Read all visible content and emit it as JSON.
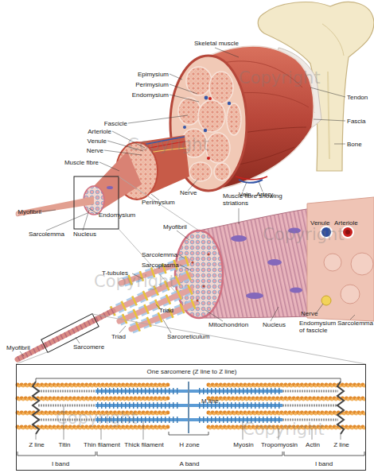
{
  "diagram": {
    "nodes": [
      {
        "text": [
          "One sarcomere (Z line to Z line)",
          "M line",
          "Z line",
          "Titin",
          "Thin filament",
          "Thick filament",
          "H zone",
          "Myosin",
          "Tropomyosin",
          "Actin",
          "Z line",
          "I band",
          "A band",
          "I band"
        ]
      }
    ],
    "labels": [
      "Skeletal muscle",
      "Epimysium",
      "Perimysium",
      "Endomysium",
      "Tendon",
      "Fascia",
      "Bone",
      "Fascicle",
      "Arteriole",
      "Venule",
      "Nerve",
      "Muscle fibre",
      "Nerve",
      "Vein",
      "Artery",
      "Perimysium",
      "Endomysium",
      "Myofibril",
      "Sarcolemma",
      "Nucleus",
      "Muscle fibre showing striations",
      "Venule",
      "Arteriole",
      "Myofibril",
      "Sarcolemma",
      "Sarcoplasma",
      "T-tubules",
      "Triad",
      "Mitochondrion",
      "Nucleus",
      "Nerve",
      "Endomysium of fascicle",
      "Sarcolemma",
      "Triad",
      "Sarcoreticulum",
      "Myofibril",
      "Sarcomere",
      "Copyright",
      "Copyright",
      "Copyright",
      "Copyright",
      "Copyright",
      "Copyright"
    ]
  }
}
